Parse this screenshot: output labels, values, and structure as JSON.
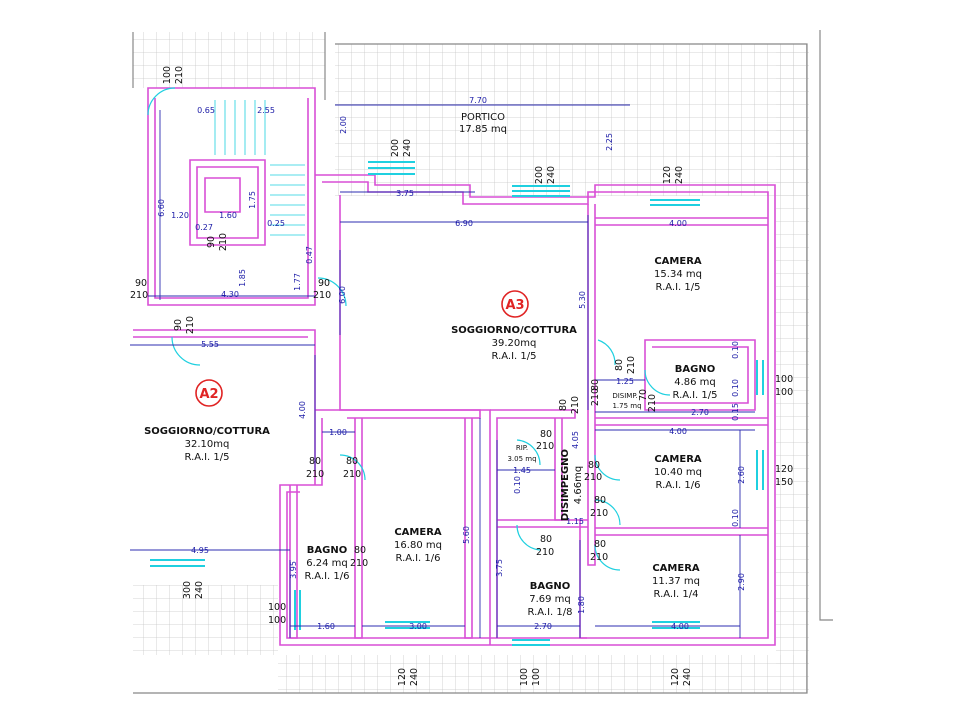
{
  "units": [
    {
      "tag": "A3",
      "tag_color": "#e02424"
    },
    {
      "tag": "A2",
      "tag_color": "#e02424"
    }
  ],
  "rooms": [
    {
      "name": "PORTICO",
      "area": "17.85 mq",
      "rai": ""
    },
    {
      "name": "SOGGIORNO/COTTURA",
      "area": "39.20mq",
      "rai": "R.A.I. 1/5"
    },
    {
      "name": "CAMERA",
      "area": "15.34 mq",
      "rai": "R.A.I. 1/5"
    },
    {
      "name": "BAGNO",
      "area": "4.86 mq",
      "rai": "R.A.I. 1/5"
    },
    {
      "name": "DISIMP.",
      "area": "1.75 mq",
      "rai": ""
    },
    {
      "name": "CAMERA",
      "area": "10.40 mq",
      "rai": "R.A.I. 1/6"
    },
    {
      "name": "CAMERA",
      "area": "11.37 mq",
      "rai": "R.A.I. 1/4"
    },
    {
      "name": "BAGNO",
      "area": "7.69 mq",
      "rai": "R.A.I. 1/8"
    },
    {
      "name": "DISIMPEGNO",
      "area": "4.66mq",
      "rai": ""
    },
    {
      "name": "RIP.",
      "area": "3.05 mq",
      "rai": ""
    },
    {
      "name": "CAMERA",
      "area": "16.80 mq",
      "rai": "R.A.I. 1/6"
    },
    {
      "name": "BAGNO",
      "area": "6.24 mq",
      "rai": "R.A.I. 1/6"
    },
    {
      "name": "SOGGIORNO/COTTURA",
      "area": "32.10mq",
      "rai": "R.A.I. 1/5"
    }
  ],
  "dimensions": [
    "7.70",
    "2.00",
    "2.25",
    "3.75",
    "6.90",
    "5.30",
    "4.00",
    "1.25",
    "2.70",
    "4.00",
    "2.60",
    "2.90",
    "4.00",
    "2.70",
    "1.80",
    "3.75",
    "5.60",
    "1.00",
    "1.45",
    "1.15",
    "3.00",
    "1.60",
    "3.95",
    "4.95",
    "0.65",
    "2.55",
    "6.60",
    "1.20",
    "1.60",
    "0.27",
    "1.75",
    "0.25",
    "1.85",
    "4.30",
    "1.77",
    "0.47",
    "5.55",
    "6.00",
    "4.00",
    "0.10",
    "0.10",
    "0.15",
    "0.10",
    "0.10",
    "4.05"
  ],
  "openings": [
    {
      "w": "100",
      "h": "210"
    },
    {
      "w": "200",
      "h": "240"
    },
    {
      "w": "200",
      "h": "240"
    },
    {
      "w": "120",
      "h": "240"
    },
    {
      "w": "90",
      "h": "210"
    },
    {
      "w": "90",
      "h": "210"
    },
    {
      "w": "90",
      "h": "210"
    },
    {
      "w": "90",
      "h": "210"
    },
    {
      "w": "80",
      "h": "210"
    },
    {
      "w": "80",
      "h": "210"
    },
    {
      "w": "100",
      "h": "100"
    },
    {
      "w": "80",
      "h": "210"
    },
    {
      "w": "70",
      "h": "210"
    },
    {
      "w": "80",
      "h": "210"
    },
    {
      "w": "80",
      "h": "210"
    },
    {
      "w": "120",
      "h": "150"
    },
    {
      "w": "80",
      "h": "210"
    },
    {
      "w": "80",
      "h": "210"
    },
    {
      "w": "80",
      "h": "210"
    },
    {
      "w": "80",
      "h": "210"
    },
    {
      "w": "80",
      "h": "210"
    },
    {
      "w": "80",
      "h": "210"
    },
    {
      "w": "300",
      "h": "240"
    },
    {
      "w": "100",
      "h": "100"
    },
    {
      "w": "120",
      "h": "240"
    },
    {
      "w": "100",
      "h": "100"
    },
    {
      "w": "120",
      "h": "240"
    }
  ],
  "colors": {
    "wall": "#d94fd6",
    "dim": "#2c2cb0",
    "grid": "#c8c8c8",
    "window": "#1fd0e0",
    "tag": "#e02424"
  }
}
